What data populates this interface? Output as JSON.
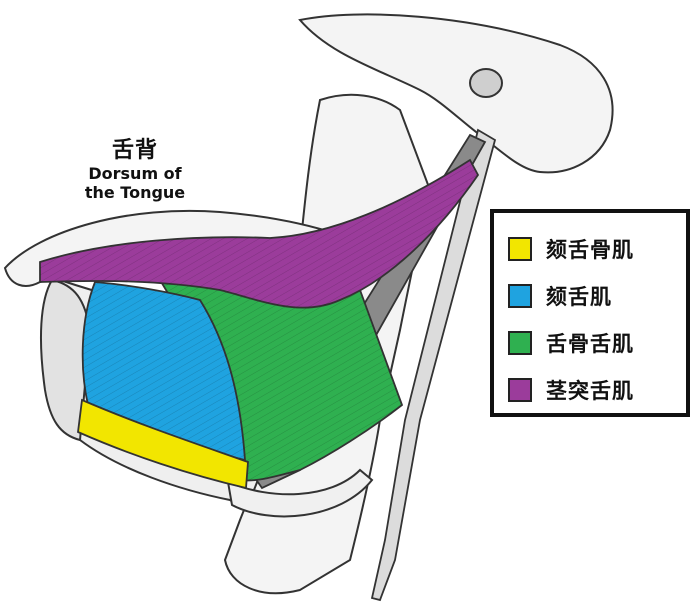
{
  "labels": {
    "dorsum_zh": "舌背",
    "dorsum_en_line1": "Dorsum of",
    "dorsum_en_line2": "the Tongue"
  },
  "legend": [
    {
      "label": "颏舌骨肌",
      "color": "#f2e600"
    },
    {
      "label": "颏舌肌",
      "color": "#1fa3e0"
    },
    {
      "label": "舌骨舌肌",
      "color": "#2fb050"
    },
    {
      "label": "茎突舌肌",
      "color": "#9b3c9b"
    }
  ],
  "colors": {
    "geniohyoid": "#f2e600",
    "genioglossus": "#1fa3e0",
    "hyoglossus": "#2fb050",
    "styloglossus": "#9b3c9b",
    "bone": "#f4f4f4",
    "outline": "#333333",
    "ligament": "#8a8a8a"
  }
}
